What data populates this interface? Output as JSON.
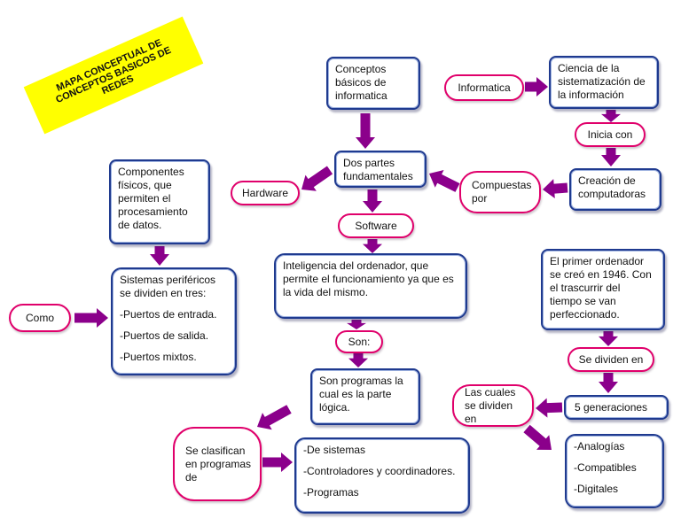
{
  "title": {
    "lines": [
      "MAPA CONCEPTUAL DE",
      "CONCEPTOS BASICOS DE",
      "REDES"
    ],
    "color": "#ffff00"
  },
  "colors": {
    "box_border": "#1f3a8f",
    "pill_border": "#e0006b",
    "arrow": "#8b008b"
  },
  "nodes": {
    "conceptos": [
      "Conceptos",
      "básicos de",
      "informatica"
    ],
    "informatica": "Informatica",
    "ciencia": [
      "Ciencia de la",
      "sistematización de",
      "la información"
    ],
    "inicia_con": "Inicia con",
    "creacion": [
      "Creación de",
      "computadoras"
    ],
    "compuestas_por": [
      "Compuestas",
      "por"
    ],
    "dos_partes": [
      "Dos partes",
      "fundamentales"
    ],
    "hardware": "Hardware",
    "software": "Software",
    "componentes": [
      "Componentes",
      "físicos, que",
      "permiten el",
      "procesamiento",
      "de datos."
    ],
    "perifericos": {
      "heading": [
        "Sistemas periféricos",
        "se dividen en tres:"
      ],
      "items": [
        "-Puertos de entrada.",
        "-Puertos de salida.",
        "-Puertos mixtos."
      ]
    },
    "como": "Como",
    "inteligencia": [
      "Inteligencia del ordenador, que",
      "permite el funcionamiento ya que es",
      "la vida del mismo."
    ],
    "son": "Son:",
    "son_programas": [
      "Son programas la",
      "cual es la parte",
      "lógica."
    ],
    "se_clasifican": [
      "Se clasifican",
      "en programas",
      "de"
    ],
    "tipos_programas": [
      "-De sistemas",
      "-Controladores y coordinadores.",
      "-Programas"
    ],
    "primer_ordenador": [
      "El primer ordenador",
      "se creó en 1946. Con",
      "el trascurrir del",
      "tiempo se van",
      "perfeccionado."
    ],
    "se_dividen_en": "Se dividen en",
    "generaciones": "5 generaciones",
    "las_cuales": [
      "Las cuales",
      "se dividen en"
    ],
    "tipos_generaciones": [
      "-Analogías",
      "-Compatibles",
      "-Digitales"
    ]
  }
}
